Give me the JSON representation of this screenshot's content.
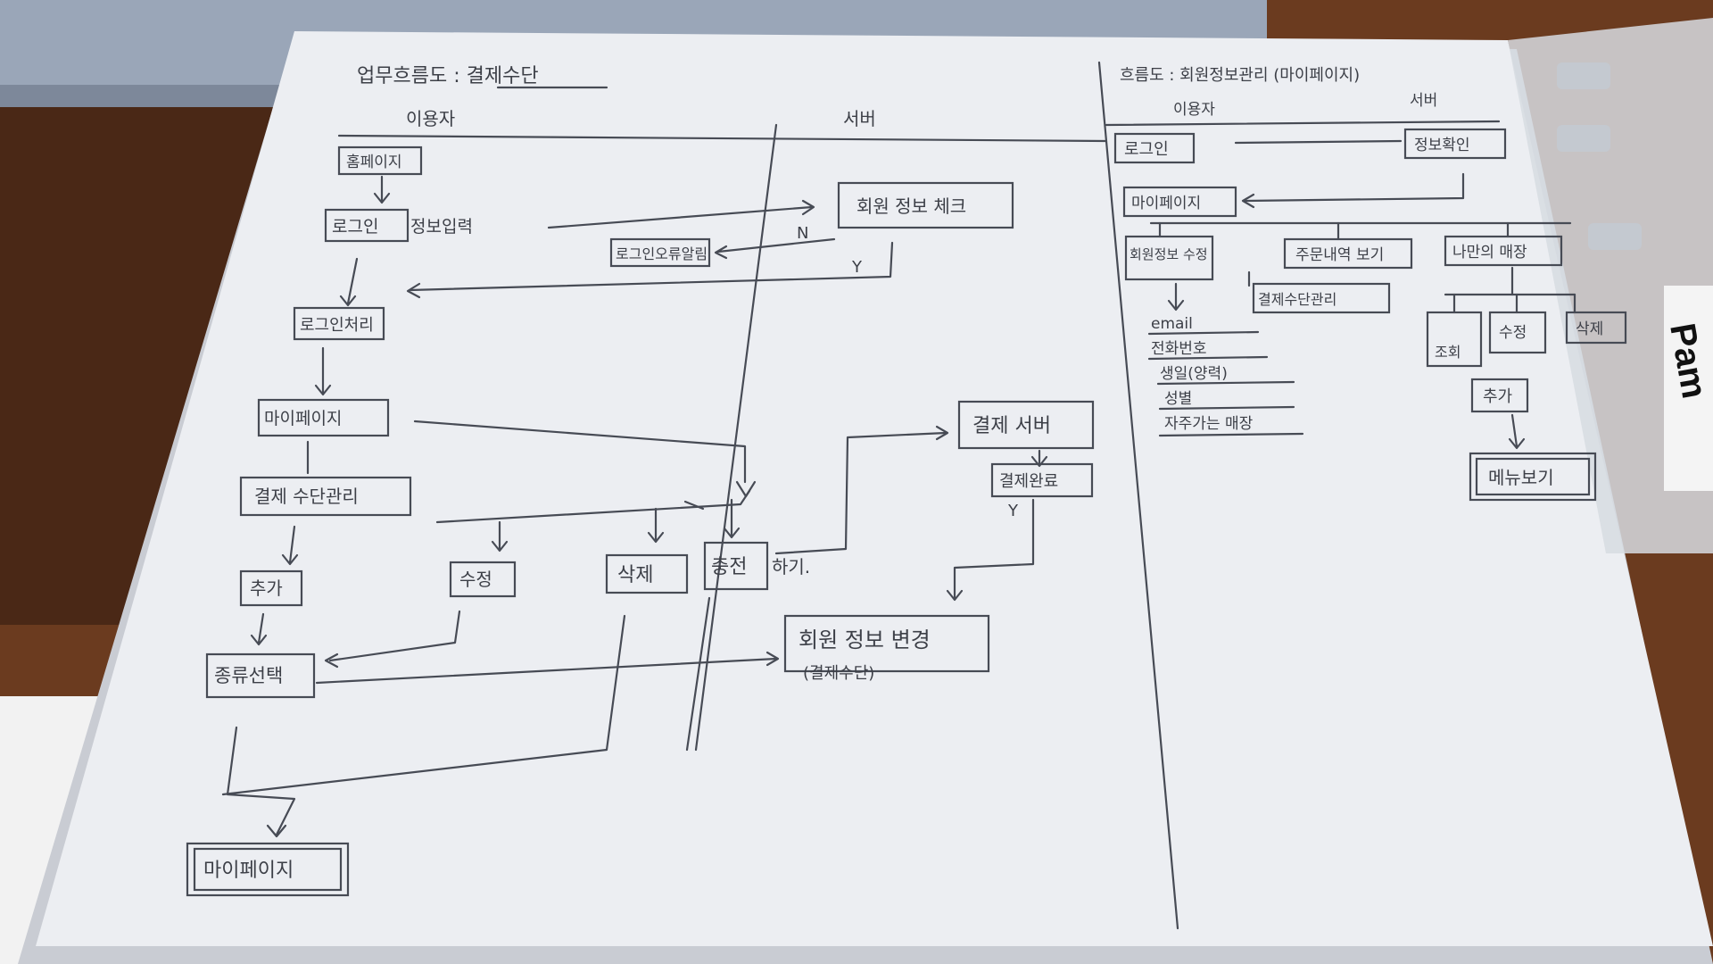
{
  "left_sheet": {
    "title": "업무흐름도 : 결제수단",
    "lane_user": "이용자",
    "lane_server": "서버",
    "nodes": {
      "home": "홈페이지",
      "login": "로그인",
      "login_input": "정보입력",
      "member_check": "회원 정보 체크",
      "login_error": "로그인오류알림",
      "login_process": "로그인처리",
      "mypage": "마이페이지",
      "payment_manage": "결제 수단관리",
      "add": "추가",
      "modify": "수정",
      "delete": "삭제",
      "charge": "충전",
      "charge_suffix": "하기.",
      "type_select": "종류선택",
      "payment_server": "결제 서버",
      "payment_done": "결제완료",
      "member_info_change": "회원 정보 변경",
      "member_info_change_sub": "(결제수단)",
      "mypage_end": "마이페이지"
    },
    "branch_labels": {
      "no": "N",
      "yes": "Y",
      "yes2": "Y"
    }
  },
  "right_sheet": {
    "title": "흐름도 : 회원정보관리 (마이페이지)",
    "lane_user": "이용자",
    "lane_server": "서버",
    "nodes": {
      "login": "로그인",
      "info_check": "정보확인",
      "mypage": "마이페이지",
      "member_info_modify": "회원정보 수정",
      "order_history": "주문내역 보기",
      "my_store": "나만의 매장",
      "payment_manage": "결제수단관리",
      "view": "조회",
      "modify": "수정",
      "delete": "삭제",
      "add": "추가",
      "menu_view": "메뉴보기"
    },
    "fields": [
      "email",
      "전화번호",
      "생일(양력)",
      "성별",
      "자주가는 매장"
    ]
  },
  "binder_label": "Pam",
  "colors": {
    "ink": "#474b55",
    "paper": "#eceef2",
    "desk": "#6a3a1e"
  }
}
